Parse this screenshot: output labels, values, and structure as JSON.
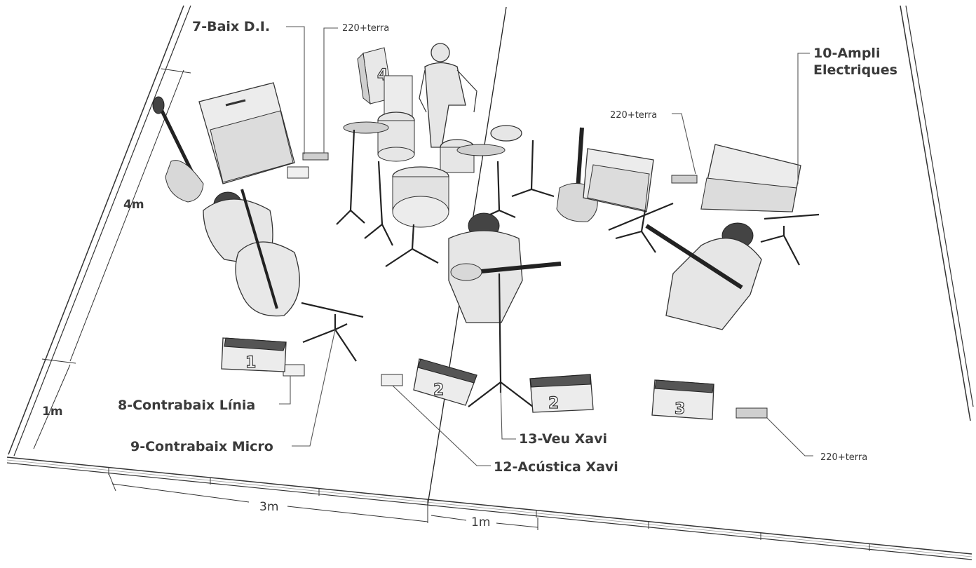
{
  "labels": {
    "baix_di": "7-Baix D.I.",
    "ampli_line1": "10-Ampli",
    "ampli_line2": "Electriques",
    "contrabaix_linia": "8-Contrabaix Línia",
    "contrabaix_micro": "9-Contrabaix Micro",
    "veu_xavi": "13-Veu Xavi",
    "acustica_xavi": "12-Acústica Xavi",
    "power_top": "220+terra",
    "power_mid": "220+terra",
    "power_right": "220+terra"
  },
  "dimensions": {
    "depth_4m": "4m",
    "front_1m": "1m",
    "width_3m": "3m",
    "width_1m": "1m"
  },
  "monitors": [
    "1",
    "2",
    "2",
    "3"
  ],
  "drum_monitor": "4"
}
